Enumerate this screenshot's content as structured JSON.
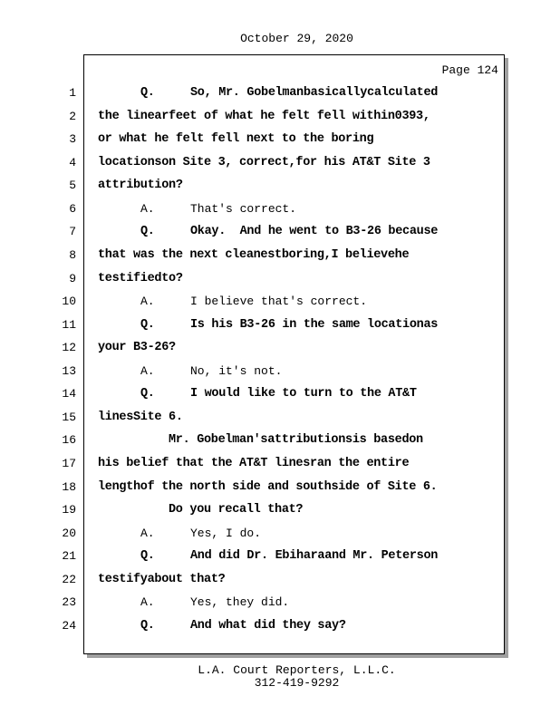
{
  "header": {
    "date": "October 29, 2020",
    "page_label": "Page 124"
  },
  "lines": [
    {
      "n": "1",
      "type": "q",
      "speaker": "Q.",
      "text": "So, Mr. Gobelmanbasicallycalculated"
    },
    {
      "n": "2",
      "type": "cont",
      "bold": true,
      "text": "the linearfeet of what he felt fell within0393,"
    },
    {
      "n": "3",
      "type": "cont",
      "bold": true,
      "text": "or what he felt fell next to the boring"
    },
    {
      "n": "4",
      "type": "cont",
      "bold": true,
      "text": "locationson Site 3, correct,for his AT&T Site 3"
    },
    {
      "n": "5",
      "type": "cont",
      "bold": true,
      "text": "attribution?"
    },
    {
      "n": "6",
      "type": "a",
      "speaker": "A.",
      "text": "That's correct."
    },
    {
      "n": "7",
      "type": "q",
      "speaker": "Q.",
      "text": "Okay.  And he went to B3-26 because"
    },
    {
      "n": "8",
      "type": "cont",
      "bold": true,
      "text": "that was the next cleanestboring,I believehe"
    },
    {
      "n": "9",
      "type": "cont",
      "bold": true,
      "text": "testifiedto?"
    },
    {
      "n": "10",
      "type": "a",
      "speaker": "A.",
      "text": "I believe that's correct."
    },
    {
      "n": "11",
      "type": "q",
      "speaker": "Q.",
      "text": "Is his B3-26 in the same locationas"
    },
    {
      "n": "12",
      "type": "cont",
      "bold": true,
      "text": "your B3-26?"
    },
    {
      "n": "13",
      "type": "a",
      "speaker": "A.",
      "text": "No, it's not."
    },
    {
      "n": "14",
      "type": "q",
      "speaker": "Q.",
      "text": "I would like to turn to the AT&T"
    },
    {
      "n": "15",
      "type": "cont",
      "bold": true,
      "text": "linesSite 6."
    },
    {
      "n": "16",
      "type": "ind",
      "bold": true,
      "text": "Mr. Gobelman'sattributionsis basedon"
    },
    {
      "n": "17",
      "type": "cont",
      "bold": true,
      "text": "his belief that the AT&T linesran the entire"
    },
    {
      "n": "18",
      "type": "cont",
      "bold": true,
      "text": "lengthof the north side and southside of Site 6."
    },
    {
      "n": "19",
      "type": "ind",
      "bold": true,
      "text": "Do you recall that?"
    },
    {
      "n": "20",
      "type": "a",
      "speaker": "A.",
      "text": "Yes, I do."
    },
    {
      "n": "21",
      "type": "q",
      "speaker": "Q.",
      "text": "And did Dr. Ebiharaand Mr. Peterson"
    },
    {
      "n": "22",
      "type": "cont",
      "bold": true,
      "text": "testifyabout that?"
    },
    {
      "n": "23",
      "type": "a",
      "speaker": "A.",
      "text": "Yes, they did."
    },
    {
      "n": "24",
      "type": "q",
      "speaker": "Q.",
      "text": "And what did they say?"
    }
  ],
  "footer": {
    "company": "L.A. Court Reporters, L.L.C.",
    "phone": "312-419-9292"
  }
}
